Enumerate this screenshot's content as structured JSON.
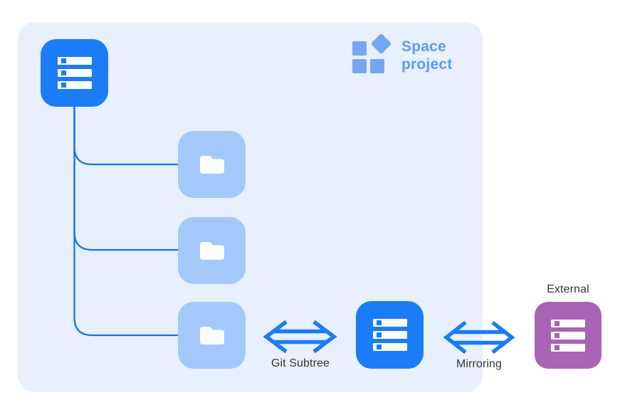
{
  "logo": {
    "line1": "Space",
    "line2": "project"
  },
  "labels": {
    "git_subtree": "Git Subtree",
    "mirroring": "Mirroring",
    "external": "External"
  },
  "icons": {
    "logo_mark": "space-logo-icon",
    "main_repository": "repository-icon",
    "folder_1": "folder-icon",
    "folder_2": "folder-icon",
    "folder_3": "folder-icon",
    "subtree_repository": "repository-icon",
    "external_repository": "repository-icon",
    "git_subtree_arrow": "double-headed-arrow-icon",
    "mirroring_arrow": "double-headed-arrow-icon"
  },
  "colors": {
    "panel_bg": "#E8F0FD",
    "primary_blue": "#1B7CF7",
    "connector_blue": "#1573EE",
    "folder_tile_blue": "#A4C8FA",
    "logo_shape_blue": "#74A7F3",
    "logo_text_blue": "#5C9CF5",
    "external_purple": "#A864B6",
    "label_color": "#33373C",
    "glyph_white": "#FBFCFE",
    "canvas_bg": "#FFFFFF"
  }
}
